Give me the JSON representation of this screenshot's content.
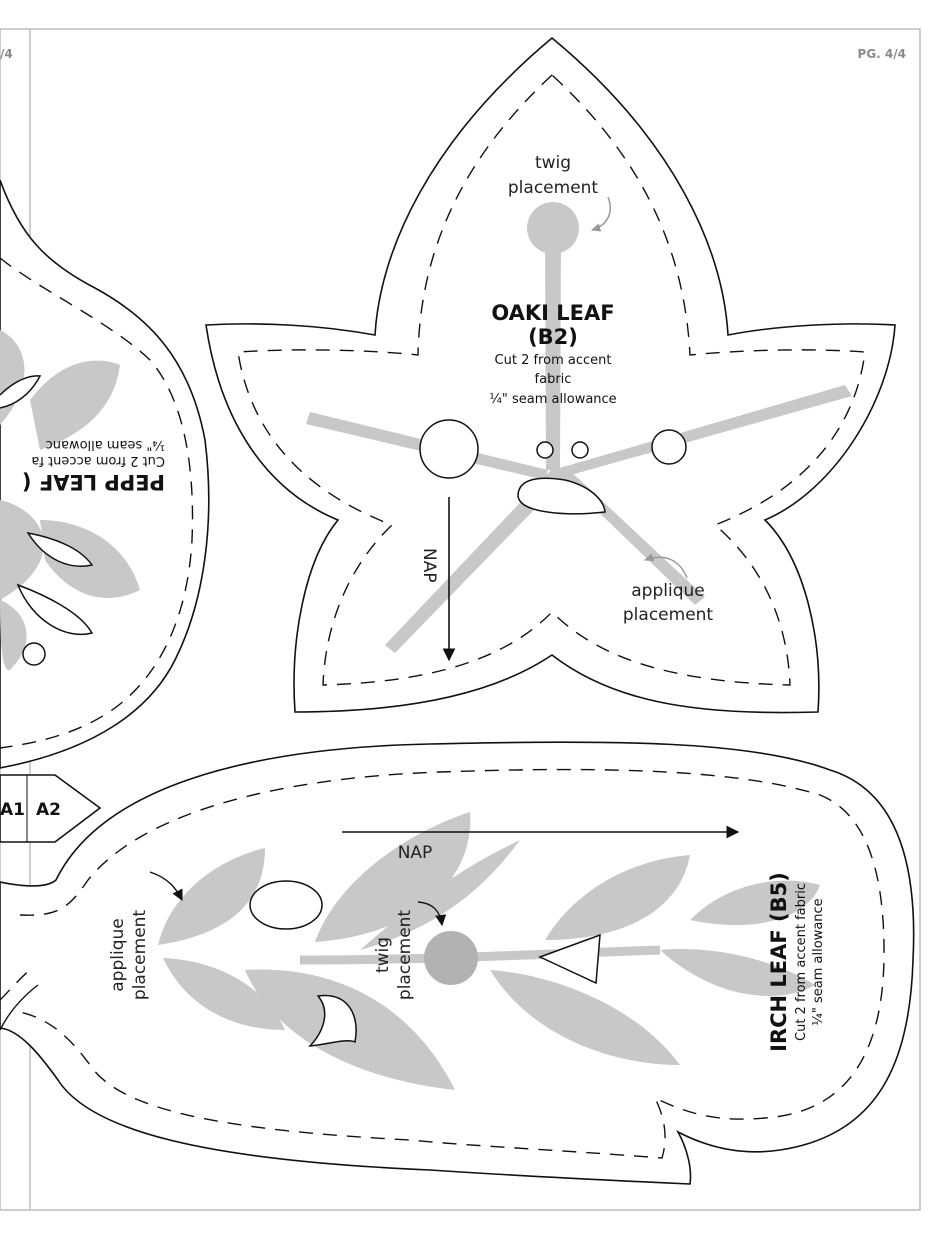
{
  "page": {
    "page_number_right": "PG. 4/4",
    "page_number_left": "/4"
  },
  "oak_leaf": {
    "title": "OAKI LEAF",
    "code": "(B2)",
    "instruction_1": "Cut 2 from accent",
    "instruction_2": "fabric",
    "seam": "¼\" seam allowance",
    "twig_label_1": "twig",
    "twig_label_2": "placement",
    "applique_label_1": "applique",
    "applique_label_2": "placement",
    "nap": "NAP"
  },
  "birch_leaf": {
    "title": "IRCH LEAF (B5)",
    "instruction": "Cut 2 from accent fabric",
    "seam": "¼\" seam allowance",
    "nap": "NAP",
    "applique_label_1": "applique",
    "applique_label_2": "placement",
    "twig_label_1": "twig",
    "twig_label_2": "placement"
  },
  "pepper_leaf": {
    "title": "PEPP LEAF (",
    "instruction": "Cut 2 from accent fa",
    "seam": "¼\" seam allowanc"
  },
  "connector": {
    "label_a1": "A1",
    "label_a2": "A2"
  },
  "colors": {
    "shade": "#c8c8c8",
    "outline": "#111111",
    "page_number": "#8a8a8a"
  }
}
